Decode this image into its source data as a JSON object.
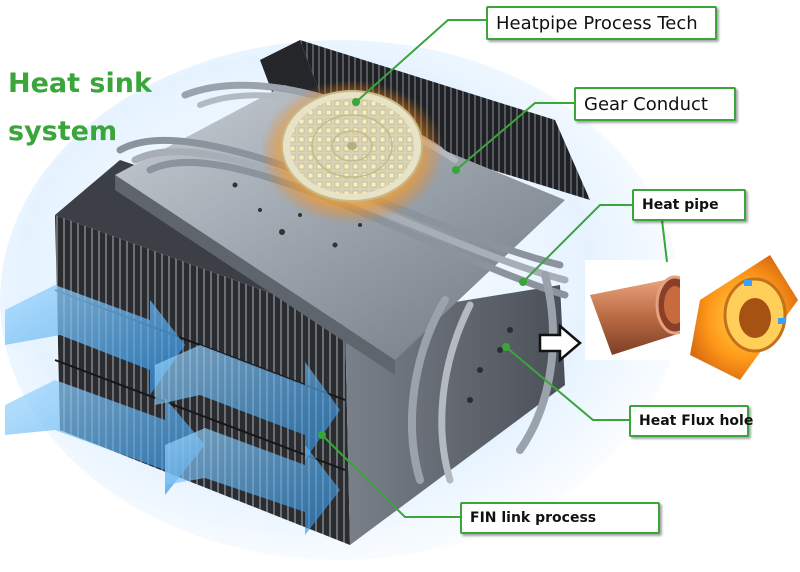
{
  "title": {
    "line1": "Heat sink",
    "line2": "system"
  },
  "callouts": {
    "heatpipe_process": "Heatpipe Process Tech",
    "gear_conduct": "Gear Conduct",
    "heat_pipe": "Heat pipe",
    "heat_flux_hole": "Heat Flux hole",
    "fin_link": "FIN link process"
  },
  "colors": {
    "accent_green": "#3aa53a",
    "airflow_blue": "#3fa6ea",
    "led_glow": "#ff9a1a",
    "copper": "#b0603a"
  }
}
